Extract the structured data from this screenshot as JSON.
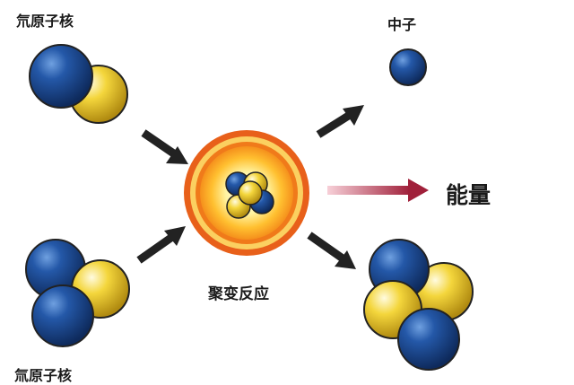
{
  "labels": {
    "deuterium": "氘原子核",
    "tritium": "氚原子核",
    "neutron": "中子",
    "energy": "能量",
    "reaction": "聚变反应"
  },
  "colors": {
    "proton_blue": "#1f4f9a",
    "neutron_yellow": "#f2d23a",
    "arrow_dark": "#222222",
    "energy_arrow": "#b0304a",
    "burst_orange": "#f07a1a"
  }
}
